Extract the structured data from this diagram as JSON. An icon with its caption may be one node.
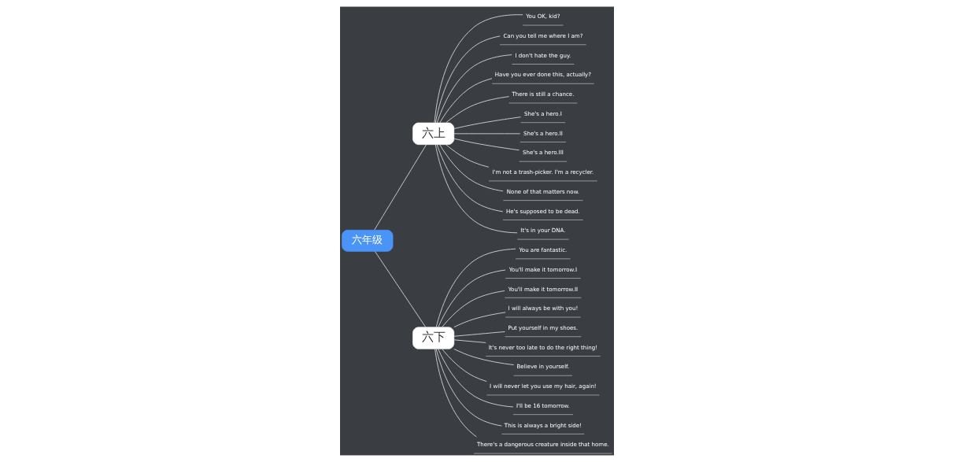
{
  "diagram": {
    "nodes": [
      {
        "text": [
          "六年级"
        ]
      },
      {
        "text": [
          "六上"
        ]
      },
      {
        "text": [
          "You OK, kid?"
        ]
      },
      {
        "text": [
          "Can you tell me where I am?"
        ]
      },
      {
        "text": [
          "I don't hate the guy."
        ]
      },
      {
        "text": [
          "Have you ever done this, actually?"
        ]
      },
      {
        "text": [
          "There is still a chance."
        ]
      },
      {
        "text": [
          "She's a hero.I"
        ]
      },
      {
        "text": [
          "She's a hero.II"
        ]
      },
      {
        "text": [
          "She's a hero.III"
        ]
      },
      {
        "text": [
          "I'm not a trash-picker. I'm a recycler."
        ]
      },
      {
        "text": [
          "None of that matters now."
        ]
      },
      {
        "text": [
          "He's supposed to be dead."
        ]
      },
      {
        "text": [
          "It's in your DNA."
        ]
      },
      {
        "text": [
          "六下"
        ]
      },
      {
        "text": [
          "You are fantastic."
        ]
      },
      {
        "text": [
          "You'll make it tomorrow.I"
        ]
      },
      {
        "text": [
          "You'll make it tomorrow.II"
        ]
      },
      {
        "text": [
          "I will always be with you!"
        ]
      },
      {
        "text": [
          "Put yourself in my shoes."
        ]
      },
      {
        "text": [
          "It's never too late to do the right thing!"
        ]
      },
      {
        "text": [
          "Believe in yourself."
        ]
      },
      {
        "text": [
          "I will never let you use my hair, again!"
        ]
      },
      {
        "text": [
          "I'll be 16 tomorrow."
        ]
      },
      {
        "text": [
          "This is always a bright side!"
        ]
      },
      {
        "text": [
          "There's a dangerous creature inside that home."
        ]
      }
    ],
    "edges": [
      {
        "from": 0,
        "to": 1,
        "arrow": "none"
      },
      {
        "from": 1,
        "to": 2,
        "arrow": "none"
      },
      {
        "from": 1,
        "to": 3,
        "arrow": "none"
      },
      {
        "from": 1,
        "to": 4,
        "arrow": "none"
      },
      {
        "from": 1,
        "to": 5,
        "arrow": "none"
      },
      {
        "from": 1,
        "to": 6,
        "arrow": "none"
      },
      {
        "from": 1,
        "to": 7,
        "arrow": "none"
      },
      {
        "from": 1,
        "to": 8,
        "arrow": "none"
      },
      {
        "from": 1,
        "to": 9,
        "arrow": "none"
      },
      {
        "from": 1,
        "to": 10,
        "arrow": "none"
      },
      {
        "from": 1,
        "to": 11,
        "arrow": "none"
      },
      {
        "from": 1,
        "to": 12,
        "arrow": "none"
      },
      {
        "from": 1,
        "to": 13,
        "arrow": "none"
      },
      {
        "from": 0,
        "to": 14,
        "arrow": "none"
      },
      {
        "from": 14,
        "to": 15,
        "arrow": "none"
      },
      {
        "from": 14,
        "to": 16,
        "arrow": "none"
      },
      {
        "from": 14,
        "to": 17,
        "arrow": "none"
      },
      {
        "from": 14,
        "to": 18,
        "arrow": "none"
      },
      {
        "from": 14,
        "to": 19,
        "arrow": "none"
      },
      {
        "from": 14,
        "to": 20,
        "arrow": "none"
      },
      {
        "from": 14,
        "to": 21,
        "arrow": "none"
      },
      {
        "from": 14,
        "to": 22,
        "arrow": "none"
      },
      {
        "from": 14,
        "to": 23,
        "arrow": "none"
      },
      {
        "from": 14,
        "to": 24,
        "arrow": "none"
      },
      {
        "from": 14,
        "to": 25,
        "arrow": "none"
      }
    ]
  }
}
